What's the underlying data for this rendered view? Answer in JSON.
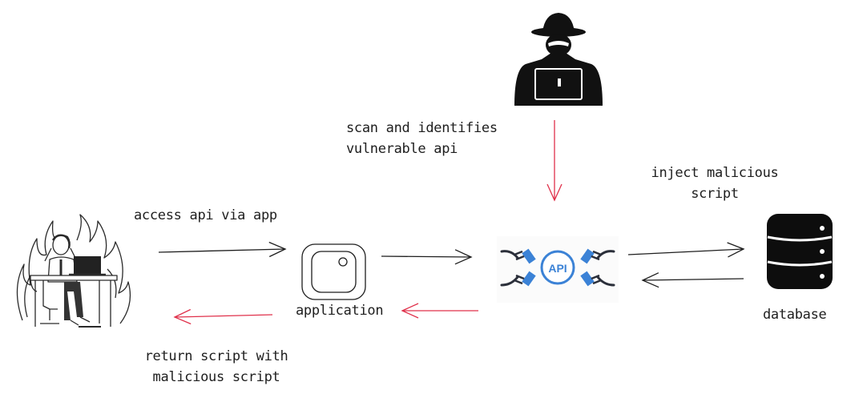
{
  "labels": {
    "scan": [
      "scan and identifies",
      "vulnerable api"
    ],
    "inject": [
      "inject malicious",
      "script"
    ],
    "access": "access api via app",
    "application": "application",
    "database": "database",
    "return": [
      "return script with",
      "malicious script"
    ],
    "api_badge": "API"
  },
  "icons": {
    "hacker": "hacker-icon",
    "user": "stressed-user-icon",
    "app": "application-icon",
    "api": "api-plug-icon",
    "database": "database-icon"
  },
  "colors": {
    "stroke": "#1e1e1e",
    "attack_arrow": "#e0314b",
    "api_blue": "#3b82d6",
    "flame": "#2a2a2a"
  }
}
